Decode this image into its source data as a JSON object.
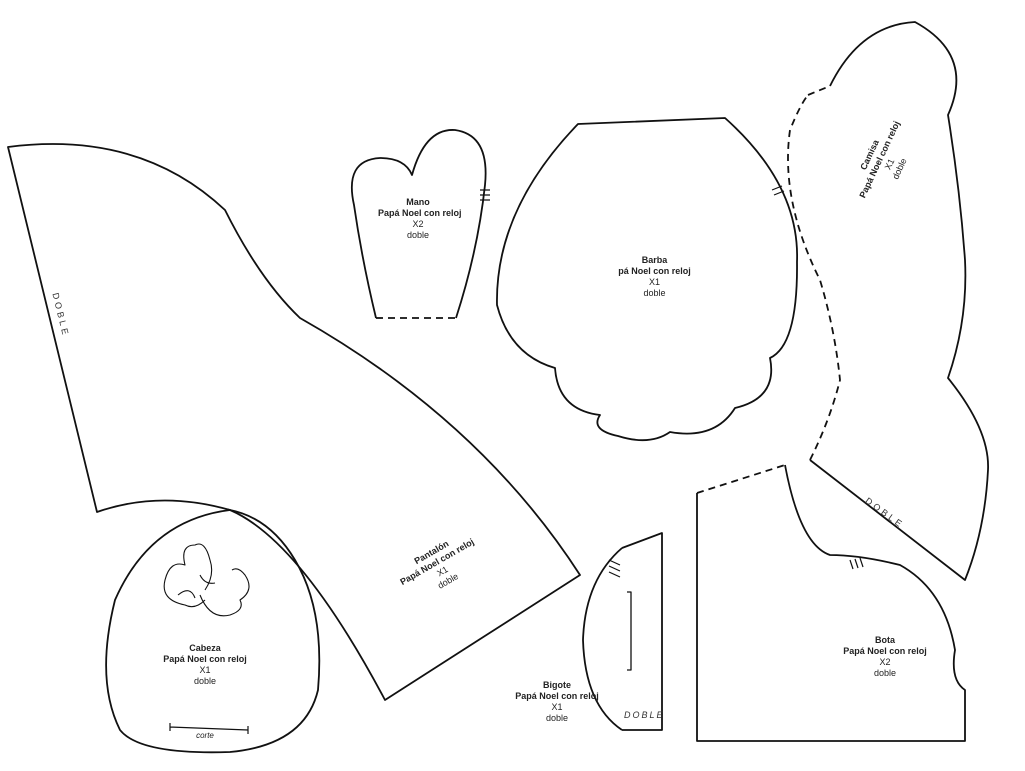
{
  "pieces": {
    "mano": {
      "name": "Mano",
      "subtitle": "Papá Noel con reloj",
      "qty": "X2",
      "note": "doble"
    },
    "barba": {
      "name": "Barba",
      "subtitle": "pá Noel con reloj",
      "qty": "X1",
      "note": "doble"
    },
    "camisa": {
      "name": "Camisa",
      "subtitle": "Papá Noel con reloj",
      "qty": "X1",
      "note": "doble",
      "fold": "DOBLE"
    },
    "pantalon": {
      "name": "Pantalón",
      "subtitle": "Papá Noel con reloj",
      "qty": "X1",
      "note": "doble",
      "fold": "DOBLE"
    },
    "cabeza": {
      "name": "Cabeza",
      "subtitle": "Papá Noel con reloj",
      "qty": "X1",
      "note": "doble",
      "cut_label": "corte"
    },
    "bigote": {
      "name": "Bigote",
      "subtitle": "Papá Noel con reloj",
      "qty": "X1",
      "note": "doble",
      "fold": "DOBLE"
    },
    "bota": {
      "name": "Bota",
      "subtitle": "Papá Noel con reloj",
      "qty": "X2",
      "note": "doble"
    }
  },
  "colors": {
    "outline": "#111111",
    "paper": "#ffffff"
  }
}
